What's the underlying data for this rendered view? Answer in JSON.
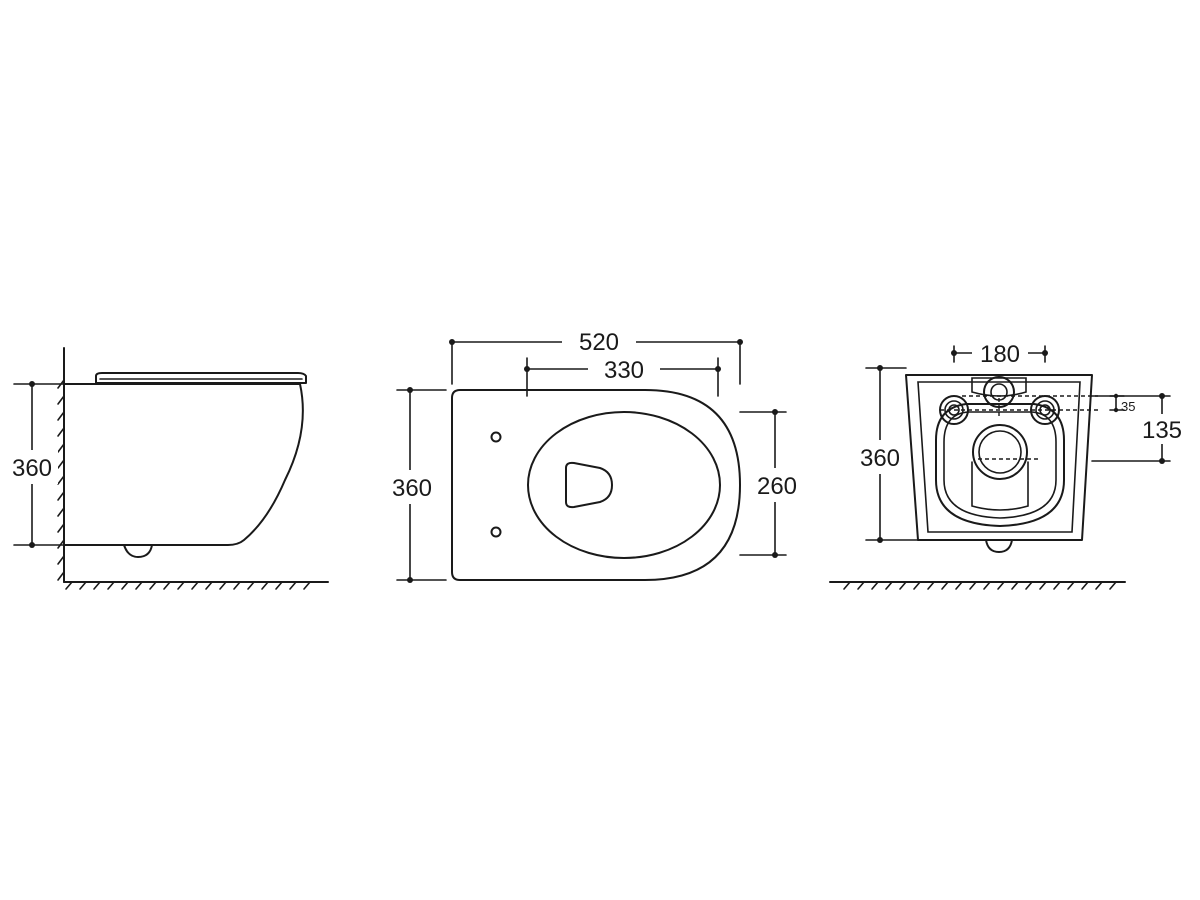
{
  "side_view": {
    "height_label": "360"
  },
  "top_view": {
    "overall_length_label": "520",
    "bowl_length_label": "330",
    "width_label": "360",
    "bowl_width_label": "260"
  },
  "rear_view": {
    "fixing_spacing_label": "180",
    "height_label": "360",
    "offset_small_label": "35",
    "outlet_height_label": "135"
  }
}
